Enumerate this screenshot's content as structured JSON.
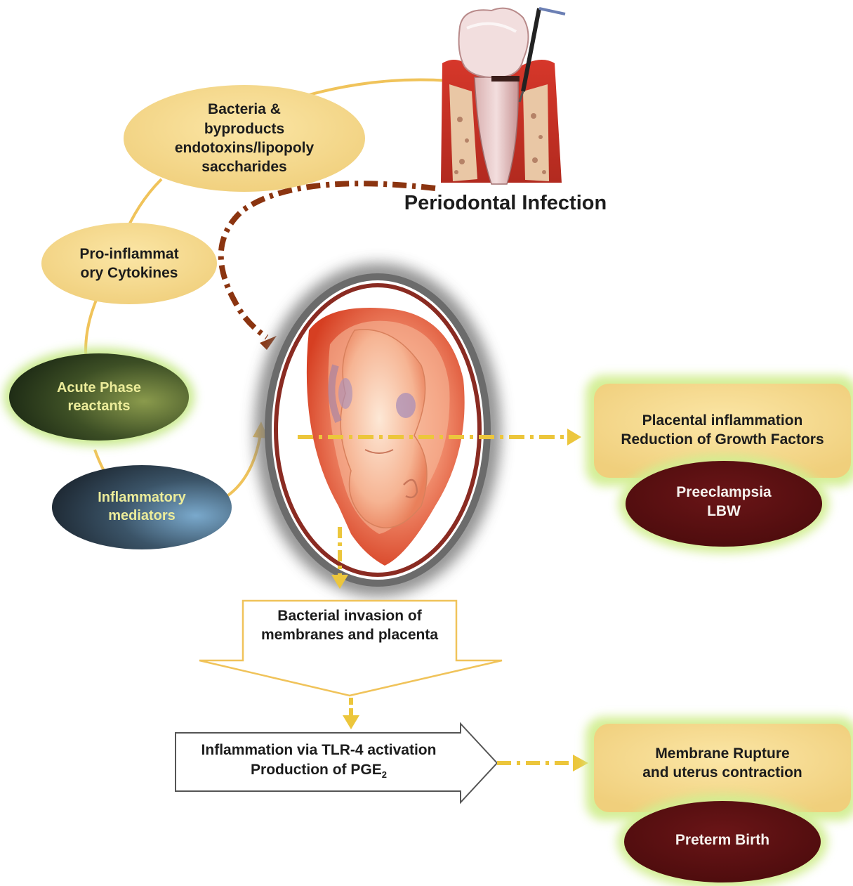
{
  "title": "Periodontal Infection",
  "nodes": {
    "bacteria": [
      "Bacteria &",
      "byproducts",
      "endotoxins/lipopoly",
      "saccharides"
    ],
    "cytokines": [
      "Pro-inflammat",
      "ory Cytokines"
    ],
    "acute_phase": [
      "Acute Phase",
      "reactants"
    ],
    "mediators": [
      "Inflammatory",
      "mediators"
    ],
    "bacterial_invasion": [
      "Bacterial invasion of",
      "membranes and placenta"
    ],
    "tlr4": {
      "line1": "Inflammation via TLR-4 activation",
      "line2_prefix": "Production of PGE",
      "line2_sub": "2"
    },
    "placental": [
      "Placental inflammation",
      "Reduction of Growth Factors"
    ],
    "preeclampsia": [
      "Preeclampsia",
      "LBW"
    ],
    "membrane": [
      "Membrane Rupture",
      "and uterus contraction"
    ],
    "preterm": [
      "Preterm Birth"
    ]
  },
  "colors": {
    "pale_orange": "#f6d98b",
    "connector": "#f0c35a",
    "brown_arrow": "#8b3410",
    "dashed_arrow": "#ecc63c",
    "dark_olive": "#2c3e1e",
    "dark_slate": "#2f4150",
    "maroon": "#5c1012",
    "glow": "#cde88a",
    "box_fill": "#f8dc9f"
  },
  "icons": [
    "tooth-illustration",
    "fetus-in-uterus-illustration"
  ]
}
